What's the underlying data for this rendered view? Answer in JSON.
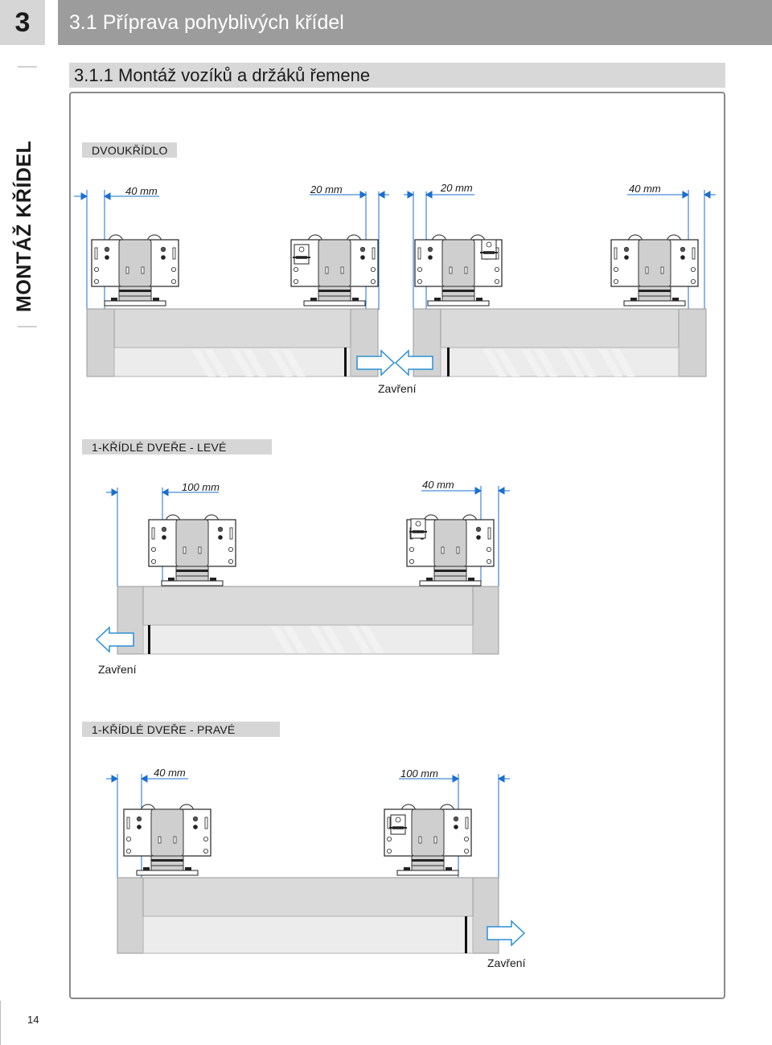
{
  "chapter": {
    "number": "3",
    "title": "3.1 Příprava pohyblivých křídel"
  },
  "section": {
    "title": "3.1.1 Montáž vozíků a držáků řemene"
  },
  "side_label": "MONTÁŽ KŘÍDEL",
  "page_number": "14",
  "panels": [
    {
      "tag": "DVOUKŘÍDLO",
      "dims": [
        "40 mm",
        "20 mm",
        "20 mm",
        "40 mm"
      ],
      "caption": "Zavření"
    },
    {
      "tag": "1-KŘÍDLÉ DVEŘE - LEVÉ",
      "dims": [
        "100 mm",
        "40 mm"
      ],
      "caption": "Zavření"
    },
    {
      "tag": "1-KŘÍDLÉ DVEŘE - PRAVÉ",
      "dims": [
        "40 mm",
        "100 mm"
      ],
      "caption": "Zavření"
    }
  ],
  "colors": {
    "header": "#9c9c9c",
    "tag": "#d6d6d6",
    "dimension_lines": "#1a6fd0",
    "arrow": "#2a8fd6",
    "door": "#d2d2d2"
  }
}
